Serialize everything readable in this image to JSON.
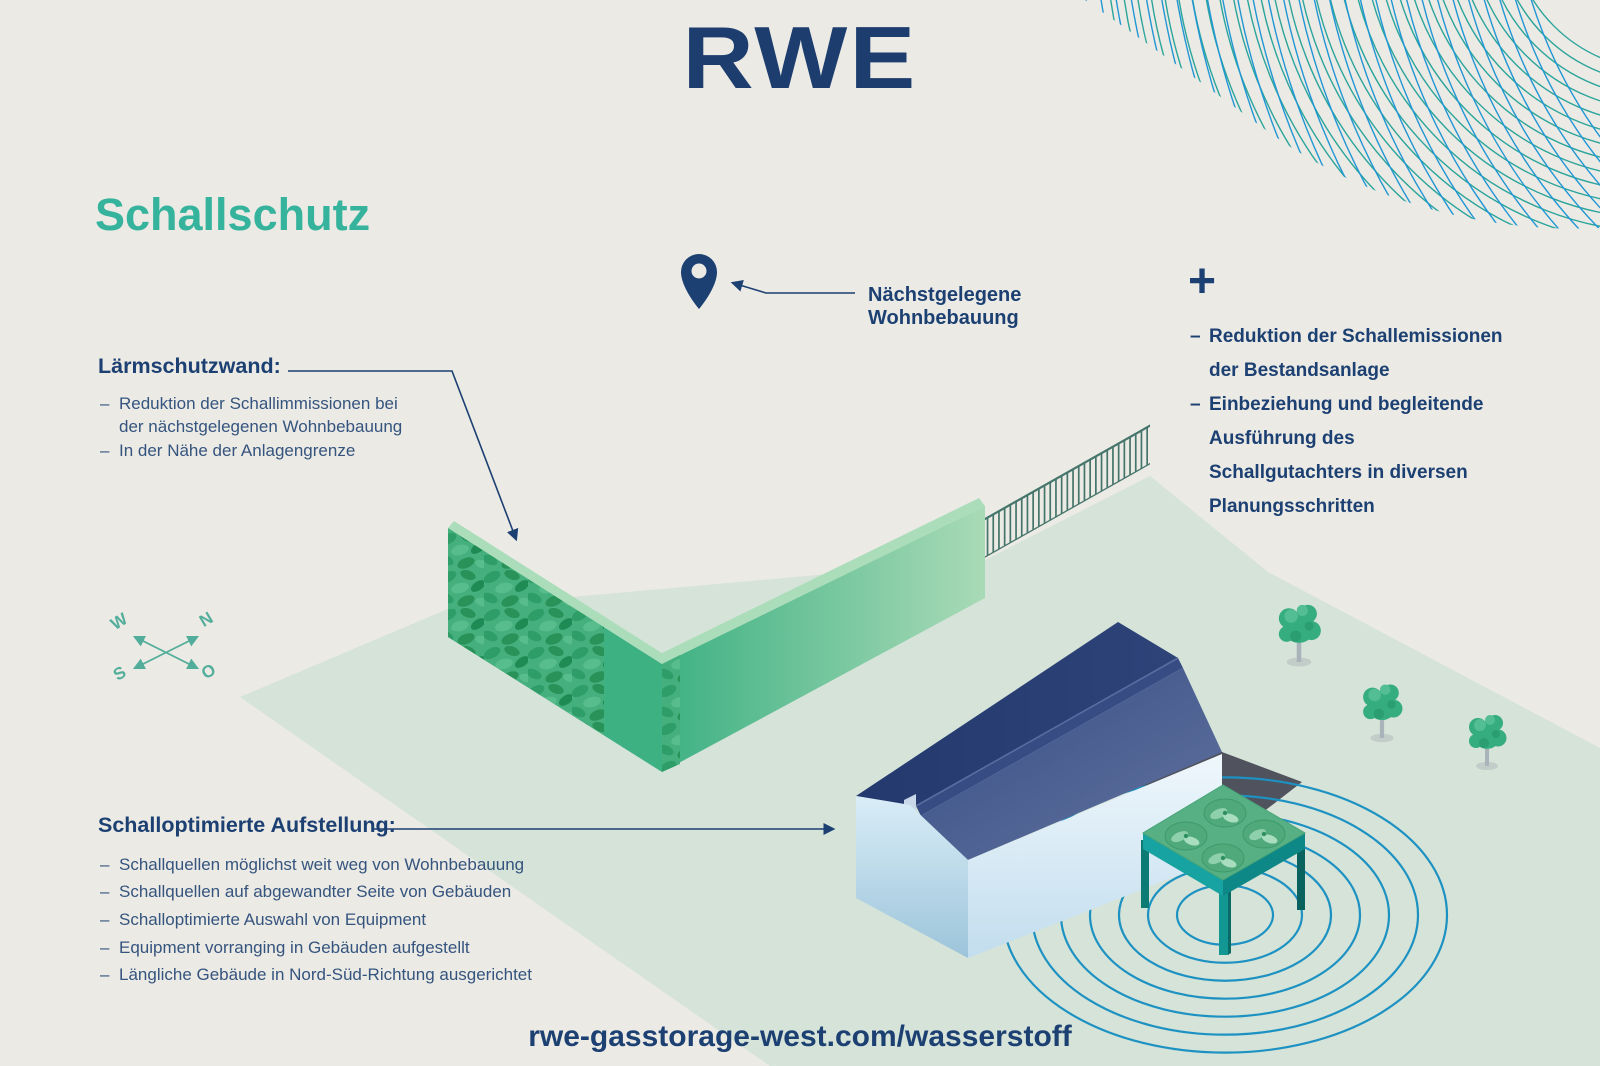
{
  "header": {
    "logo_text": "RWE"
  },
  "title": {
    "text": "Schallschutz"
  },
  "bullets": {
    "dash": "–"
  },
  "pin_callout": {
    "line1": "Nächstgelegene",
    "line2": "Wohnbebauung"
  },
  "sections": {
    "wall": {
      "heading": "Lärmschutzwand:",
      "items": [
        "Reduktion der Schallimmissionen bei der nächstgelegenen Wohnbebauung",
        "In der Nähe der Anlagengrenze"
      ]
    },
    "plus": {
      "symbol": "+",
      "items": [
        "Reduktion der Schallemissionen der Bestandsanlage",
        "Einbeziehung und begleitende Ausführung des Schallgutachters in diversen Planungsschritten"
      ]
    },
    "layout": {
      "heading": "Schalloptimierte Aufstellung:",
      "items": [
        "Schallquellen möglichst weit weg von Wohnbebauung",
        "Schallquellen auf abgewandter Seite von Gebäuden",
        "Schalloptimierte Auswahl von Equipment",
        "Equipment vorranging in Gebäuden aufgestellt",
        "Längliche Gebäude in Nord-Süd-Richtung ausgerichtet"
      ]
    }
  },
  "compass": {
    "north": "N",
    "east": "O",
    "south": "S",
    "west": "W"
  },
  "footer": {
    "url": "rwe-gasstorage-west.com/wasserstoff"
  },
  "icons": {
    "location_pin": "map-pin",
    "compass": "direction-cross-arrows",
    "sound_waves": "concentric-rings",
    "plus": "plus-sign",
    "fingerprint_pattern": "curved-line-guilloche"
  },
  "colors": {
    "background": "#EBEAE5",
    "ground": "#D5E3D8",
    "brand_navy": "#1C4072",
    "brand_teal": "#36B39C",
    "wall_green": "#3EB183",
    "wall_green_light": "#A9DAB7",
    "roof_dark_navy": "#2A3F74",
    "roof_medium_navy": "#3D5287",
    "building_wall_blue": "#D7E9F4",
    "table_teal": "#17A3A1",
    "sound_wave_blue": "#1D92C2",
    "tree_green": "#35AD7E",
    "fence_green": "#45756A",
    "pattern_teal": "#2BA59B",
    "pattern_blue": "#2196D4"
  }
}
